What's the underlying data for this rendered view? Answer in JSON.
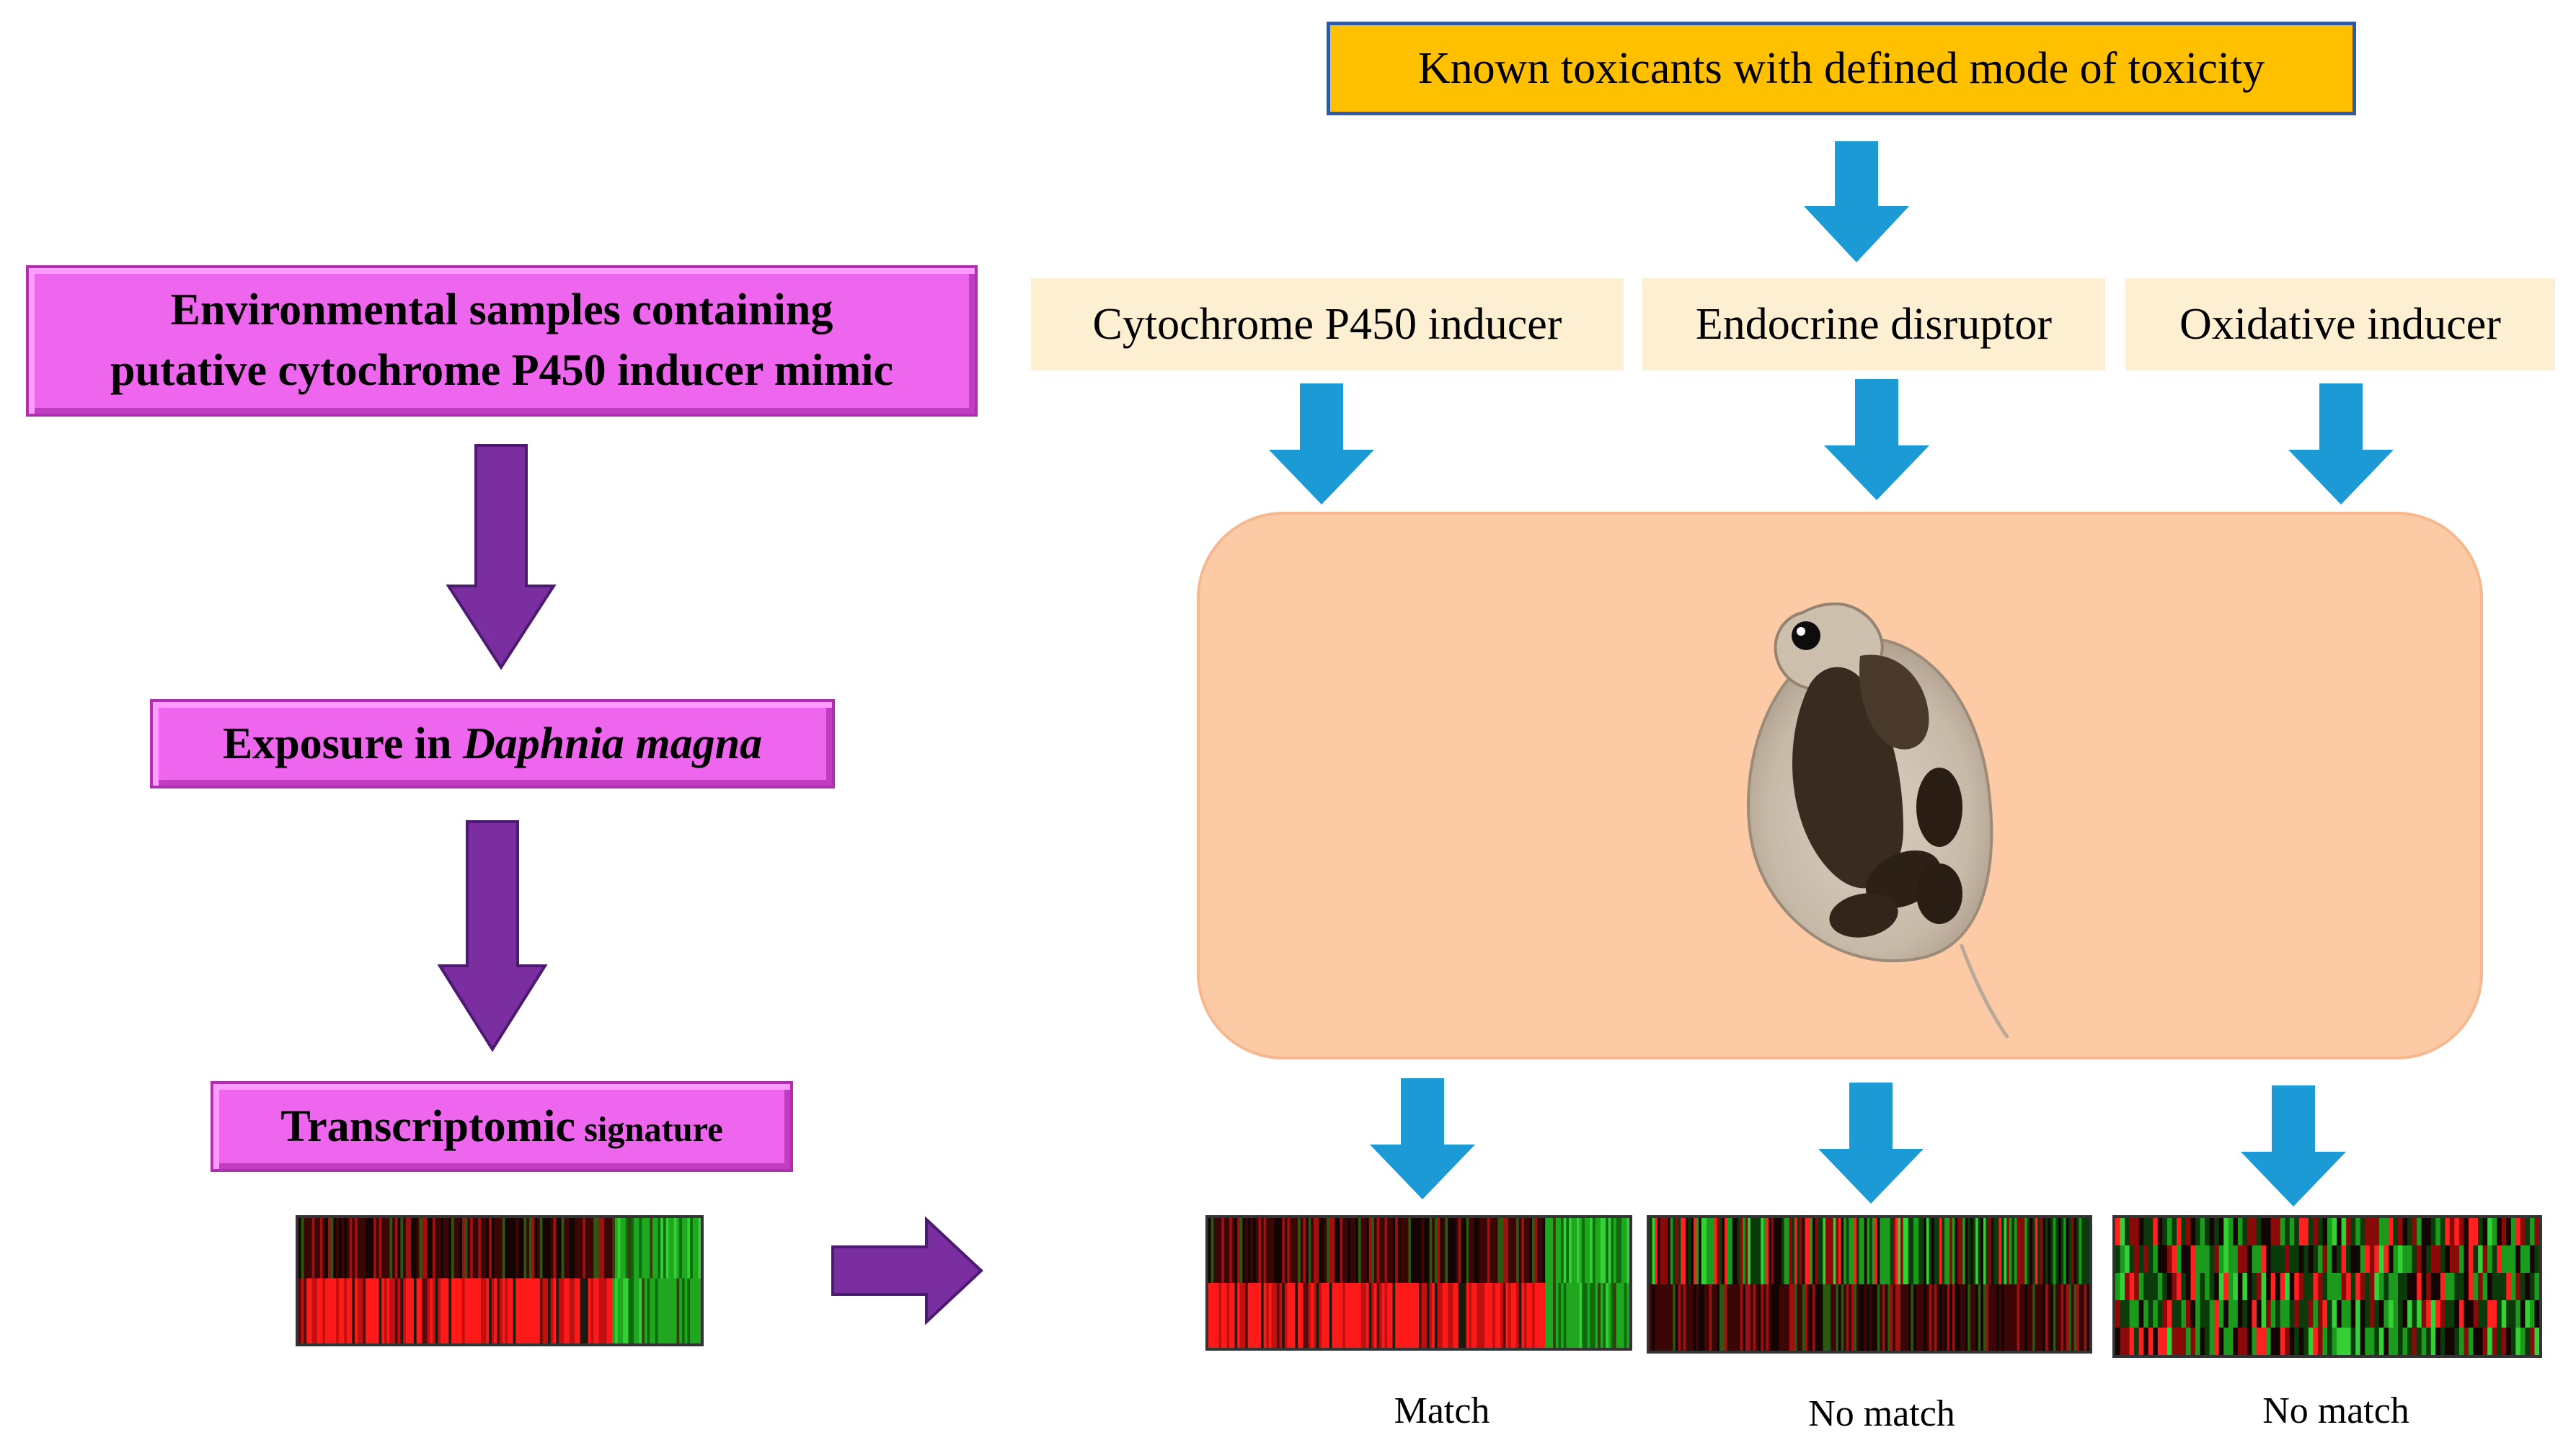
{
  "left": {
    "env_line1": "Environmental samples containing",
    "env_line2": "putative cytochrome P450 inducer mimic",
    "exposure_prefix": "Exposure in ",
    "exposure_species": "Daphnia magna",
    "signature_bold": "Transcriptomic",
    "signature_small": " signature"
  },
  "right": {
    "top_box": "Known toxicants with defined mode of toxicity",
    "categories": [
      "Cytochrome P450 inducer",
      "Endocrine disruptor",
      "Oxidative inducer"
    ],
    "results": [
      "Match",
      "No match",
      "No match"
    ]
  },
  "colors": {
    "pink_box": "#ee66ee",
    "purple_arrow": "#7a2ea0",
    "blue_arrow": "#1c9ad6",
    "top_box_fill": "#ffc000",
    "top_box_border": "#2f5aa8",
    "category_fill": "#fdf0d2",
    "exposure_fill": "#fdcaa6"
  },
  "icons": {
    "organism": "daphnia-icon",
    "heatmap": "gene-expression-heatmap"
  }
}
